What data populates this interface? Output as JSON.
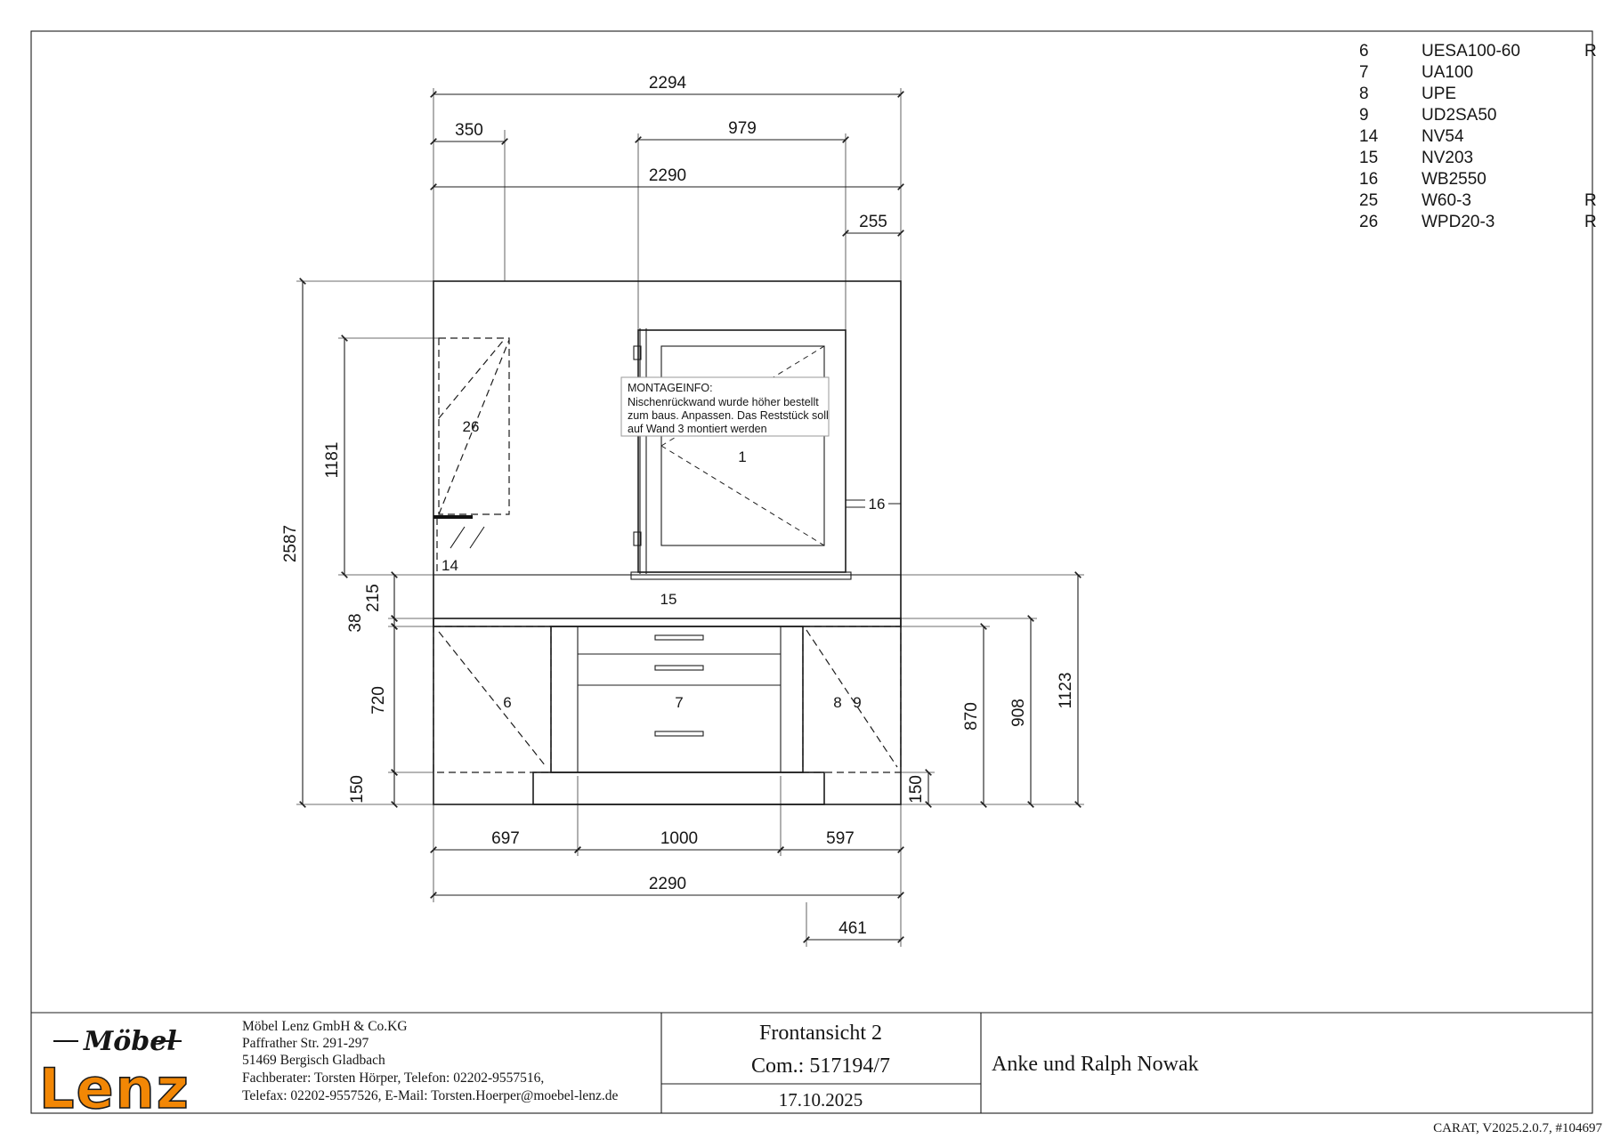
{
  "drawing": {
    "dims": {
      "top_width": "2294",
      "panel_width": "350",
      "window_width": "979",
      "wall_width_top": "2290",
      "corner_offset": "255",
      "wall_height": "2587",
      "upper_height": "1181",
      "niche_height": "215",
      "worktop_thickness": "38",
      "base_height": "720",
      "plinth_height_left": "150",
      "base_total": "870",
      "base_worktop_total": "908",
      "niche_total": "1123",
      "plinth_height_right": "150",
      "bottom_left": "697",
      "cabinet_width": "1000",
      "bottom_right": "597",
      "wall_width_bottom": "2290",
      "bottom_offset": "461"
    },
    "labels": {
      "window": "1",
      "corner_unit": "6",
      "drawer_unit": "7",
      "filler": "8",
      "base_unit": "9",
      "nv54": "14",
      "niche_panel": "15",
      "shelf": "16",
      "wall_panel": "26"
    },
    "montage_info": {
      "title": "MONTAGEINFO:",
      "line1": "Nischenrückwand wurde höher bestellt",
      "line2": "zum baus. Anpassen. Das Reststück soll",
      "line3": "auf Wand 3 montiert werden"
    }
  },
  "parts_list": {
    "items": [
      {
        "num": "6",
        "code": "UESA100-60",
        "flag": "R"
      },
      {
        "num": "7",
        "code": "UA100",
        "flag": ""
      },
      {
        "num": "8",
        "code": "UPE",
        "flag": ""
      },
      {
        "num": "9",
        "code": "UD2SA50",
        "flag": ""
      },
      {
        "num": "14",
        "code": "NV54",
        "flag": ""
      },
      {
        "num": "15",
        "code": "NV203",
        "flag": ""
      },
      {
        "num": "16",
        "code": "WB2550",
        "flag": ""
      },
      {
        "num": "25",
        "code": "W60-3",
        "flag": "R"
      },
      {
        "num": "26",
        "code": "WPD20-3",
        "flag": "R"
      }
    ]
  },
  "title_block": {
    "logo": {
      "script": "Möbel",
      "main": "Lenz"
    },
    "company": {
      "line1": "Möbel Lenz GmbH & Co.KG",
      "line2": "Paffrather Str. 291-297",
      "line3": "51469 Bergisch Gladbach",
      "line4": "Fachberater: Torsten Hörper, Telefon: 02202-9557516,",
      "line5": "Telefax: 02202-9557526, E-Mail: Torsten.Hoerper@moebel-lenz.de"
    },
    "view": {
      "title": "Frontansicht 2",
      "commission": "Com.: 517194/7",
      "date": "17.10.2025"
    },
    "customer": "Anke und Ralph Nowak"
  },
  "footer": {
    "right": "CARAT,  V2025.2.0.7,  #104697"
  },
  "colors": {
    "accent": "#f28705",
    "line": "#1c1c1c"
  }
}
